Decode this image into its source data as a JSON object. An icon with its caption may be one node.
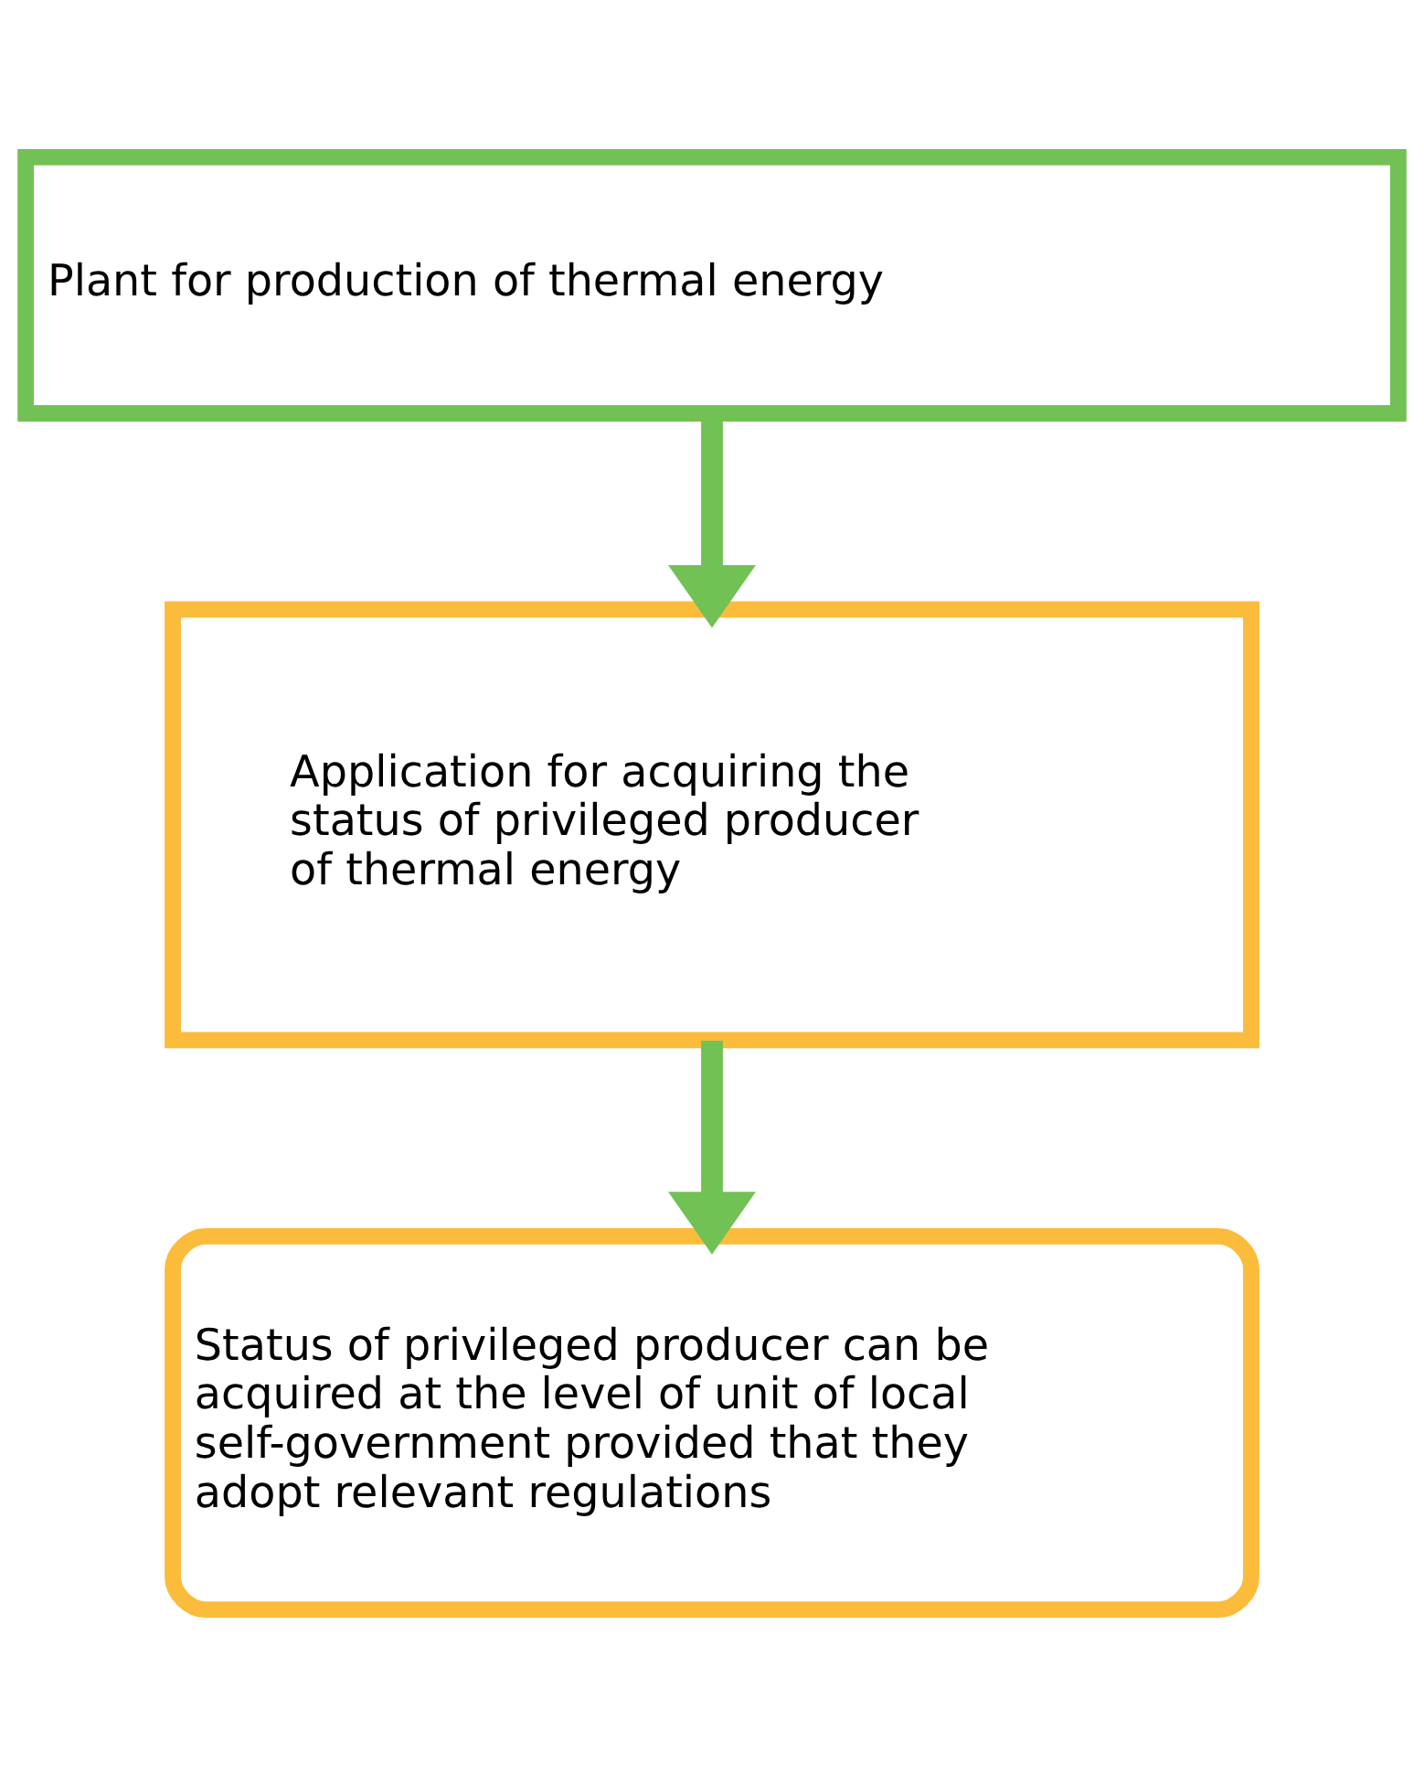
{
  "diagram": {
    "nodes": [
      {
        "text": [
          "Plant for production of thermal energy"
        ]
      },
      {
        "text": [
          "Application for acquiring the status of privileged producer of thermal energy"
        ]
      },
      {
        "text": [
          "Status of privileged producer can be acquired at the level of unit of local self-government provided that they adopt relevant regulations"
        ]
      }
    ],
    "edges": [
      {
        "from": 0,
        "to": 1,
        "arrow": "to"
      },
      {
        "from": 1,
        "to": 2,
        "arrow": "to"
      }
    ]
  }
}
